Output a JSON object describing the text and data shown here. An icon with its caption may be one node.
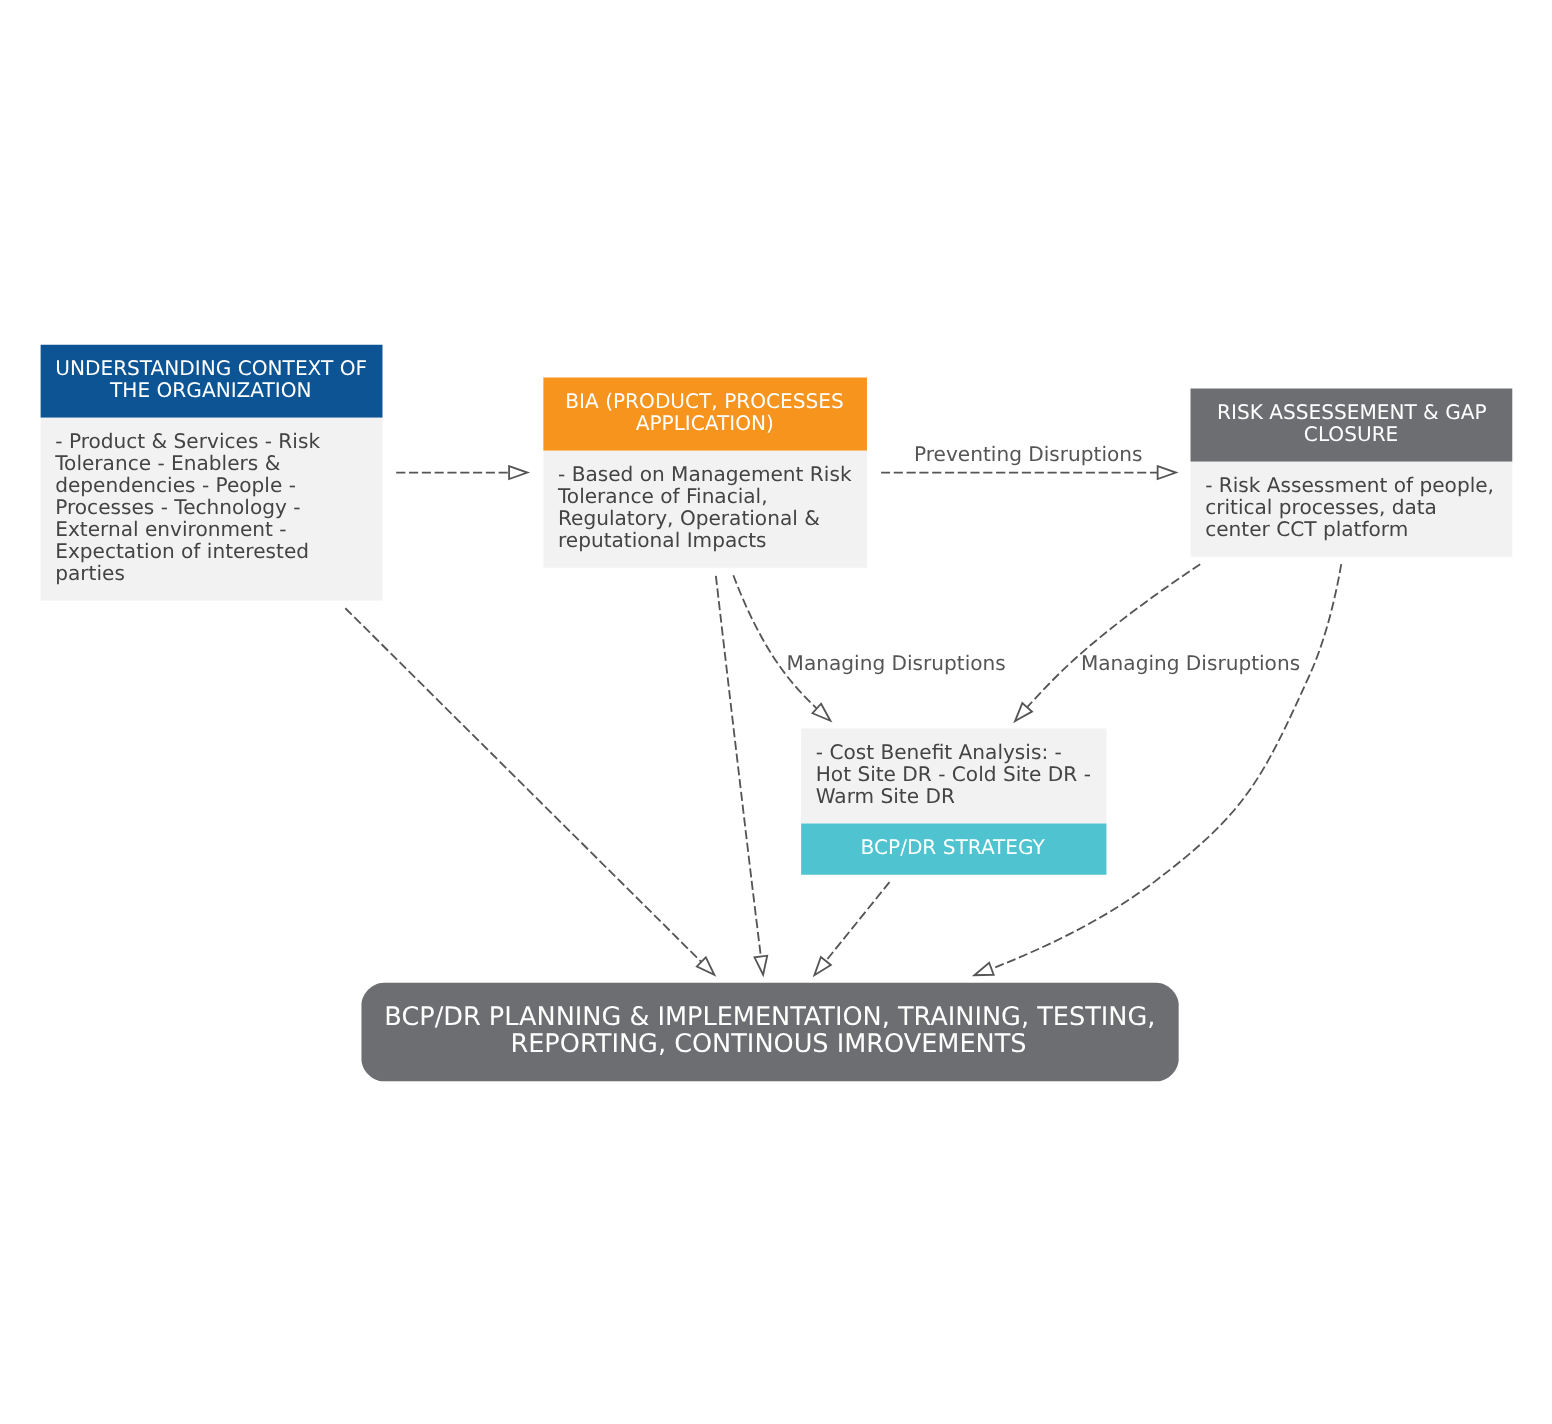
{
  "diagram": {
    "nodes": [
      {
        "text": [
          "UNDERSTANDING CONTEXT OF THE ORGANIZATION",
          "- Product & Services - Risk Tolerance - Enablers & dependencies - People - Processes - Technology - External environment - Expectation of interested parties"
        ]
      },
      {
        "text": [
          "BIA (PRODUCT, PROCESSES APPLICATION)",
          "- Based on Management Risk Tolerance of Finacial, Regulatory, Operational & reputational Impacts"
        ]
      },
      {
        "text": [
          "RISK ASSESSEMENT & GAP CLOSURE",
          "- Risk Assessment of people, critical processes, data center CCT platform"
        ]
      },
      {
        "text": [
          "- Cost Benefit Analysis: - Hot Site DR - Cold Site DR - Warm Site DR",
          "BCP/DR STRATEGY"
        ]
      },
      {
        "text": [
          "BCP/DR PLANNING & IMPLEMENTATION, TRAINING, TESTING, REPORTING, CONTINOUS IMROVEMENTS"
        ]
      }
    ],
    "edges": [
      {
        "from": 0,
        "to": 1,
        "arrow": "to",
        "style": "dashed"
      },
      {
        "from": 1,
        "to": 2,
        "arrow": "to",
        "style": "dashed",
        "label": "Preventing Disruptions"
      },
      {
        "from": 2,
        "to": 3,
        "arrow": "to",
        "style": "dashed",
        "label": "Managing Disruptions"
      },
      {
        "from": 1,
        "to": 3,
        "arrow": "to",
        "style": "dashed",
        "label": "Managing Disruptions"
      },
      {
        "from": 0,
        "to": 4,
        "arrow": "to",
        "style": "dashed"
      },
      {
        "from": 1,
        "to": 4,
        "arrow": "to",
        "style": "dashed"
      },
      {
        "from": 3,
        "to": 4,
        "arrow": "to",
        "style": "dashed"
      },
      {
        "from": 2,
        "to": 4,
        "arrow": "to",
        "style": "dashed"
      }
    ]
  }
}
